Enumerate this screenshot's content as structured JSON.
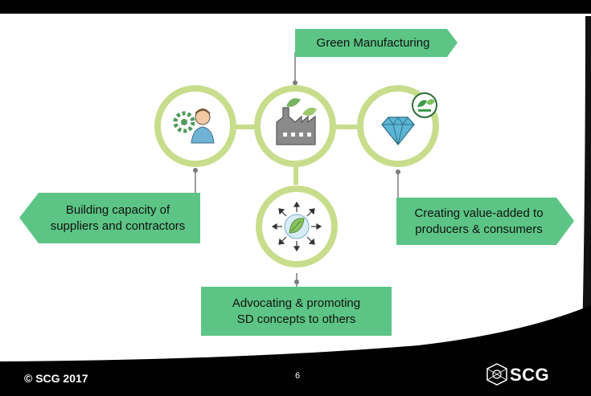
{
  "colors": {
    "ring": "#c8dd8c",
    "ring_inner": "#ffffff",
    "tag_green": "#5cc585",
    "connector": "#7a7a7a",
    "footer_bg": "#000000"
  },
  "nodes": {
    "green_manufacturing": {
      "label": "Green Manufacturing",
      "icon": "factory-leaf-icon"
    },
    "building_capacity": {
      "label_line1": "Building capacity of",
      "label_line2": "suppliers and contractors",
      "icon": "worker-gear-icon"
    },
    "creating_value": {
      "label_line1": "Creating value-added to",
      "label_line2": "producers & consumers",
      "icon": "diamond-eco-icon"
    },
    "advocating": {
      "label_line1": "Advocating & promoting",
      "label_line2": "SD concepts to others",
      "icon": "leaf-arrows-icon"
    }
  },
  "footer": {
    "copyright": "© SCG 2017",
    "page_number": "6",
    "logo_text": "SCG"
  }
}
